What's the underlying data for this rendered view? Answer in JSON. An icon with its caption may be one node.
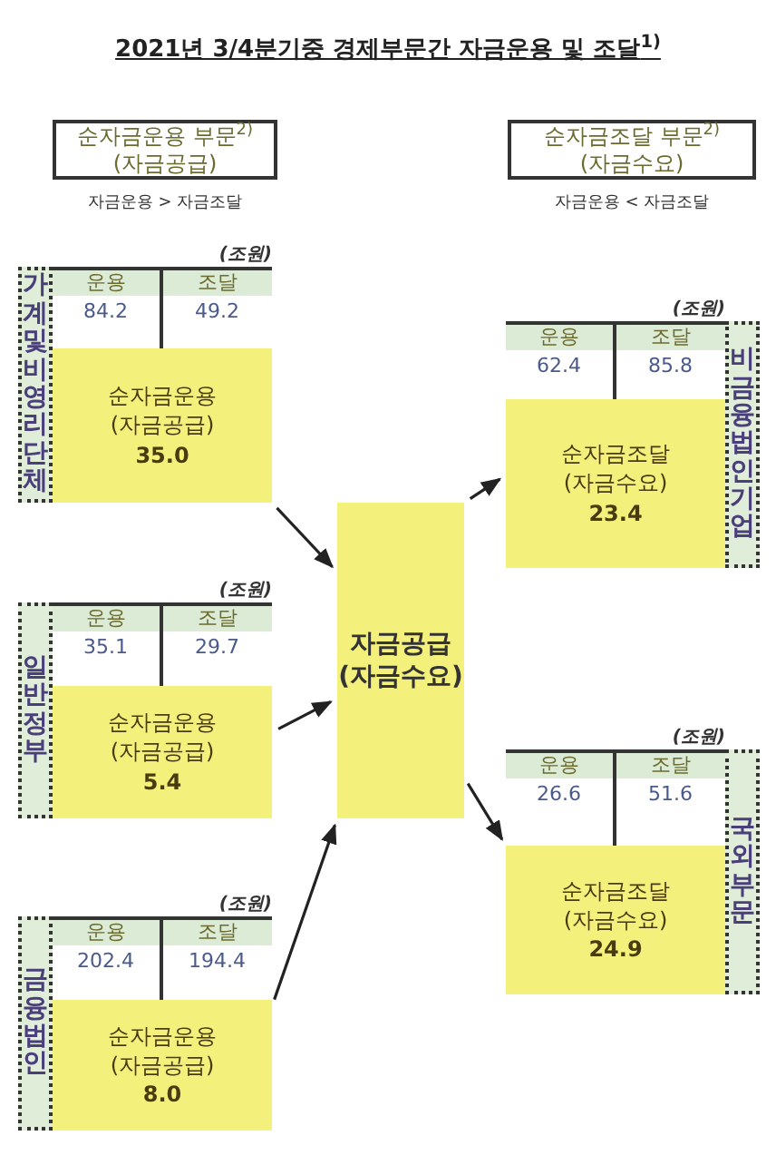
{
  "diagram": {
    "title": "2021년 3/4분기중 경제부문간 자금운용 및 조달$^{1)}$",
    "nodes": [
      {
        "text": [
          "순자금운용 부문$^{2)}$",
          "(자금공급)"
        ],
        "beside": [
          "자금운용 > 자금조달"
        ]
      },
      {
        "text": [
          "순자금조달 부문$^{2)}$",
          "(자금수요)"
        ],
        "beside": [
          "자금운용 < 자금조달"
        ]
      },
      {
        "text": [
          "가계및비영리단체"
        ]
      },
      {
        "text": [
          "순자금운용",
          "(자금공급)",
          "35.0"
        ]
      },
      {
        "text": [
          "비금융법인기업"
        ]
      },
      {
        "text": [
          "순자금조달",
          "(자금수요)",
          "23.4"
        ]
      },
      {
        "text": [
          "자금공급",
          "(자금수요)"
        ]
      },
      {
        "text": [
          "일반정부"
        ]
      },
      {
        "text": [
          "순자금운용",
          "(자금공급)",
          "5.4"
        ]
      },
      {
        "text": [
          "국외부문"
        ]
      },
      {
        "text": [
          "순자금조달",
          "(자금수요)",
          "24.9"
        ]
      },
      {
        "text": [
          "금융법인"
        ]
      },
      {
        "text": [
          "순자금운용",
          "(자금공급)",
          "8.0"
        ]
      }
    ],
    "edges": [
      {
        "from": 3,
        "to": 6,
        "arrow": "to"
      },
      {
        "from": 8,
        "to": 6,
        "arrow": "to"
      },
      {
        "from": 12,
        "to": 6,
        "arrow": "to"
      },
      {
        "from": 6,
        "to": 5,
        "arrow": "to"
      },
      {
        "from": 6,
        "to": 10,
        "arrow": "to"
      }
    ],
    "labels": [
      "(조원)",
      "운용",
      "조달",
      "84.2",
      "49.2",
      "(조원)",
      "운용",
      "조달",
      "62.4",
      "85.8",
      "(조원)",
      "운용",
      "조달",
      "35.1",
      "29.7",
      "(조원)",
      "운용",
      "조달",
      "26.6",
      "51.6",
      "(조원)",
      "운용",
      "조달",
      "202.4",
      "194.4"
    ]
  }
}
